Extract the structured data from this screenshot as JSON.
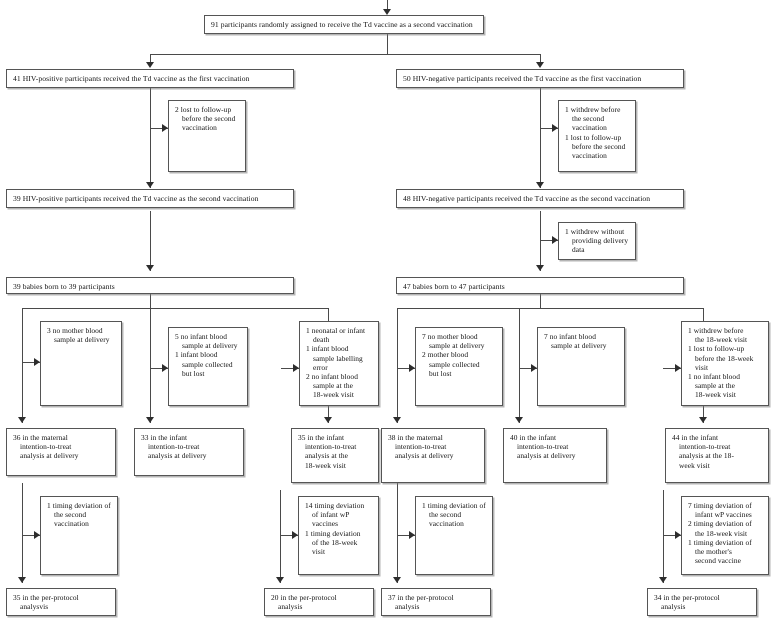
{
  "diagram": {
    "title": "Trial profile: participants randomly assigned to Td vaccine as a second vaccination",
    "type": "consort-flow-diagram"
  },
  "nodes": {
    "randomised": {
      "lines": [
        "91 participants randomly assigned to receive the Td vaccine as a second vaccination"
      ]
    },
    "hiv_pos_first": {
      "lines": [
        "41 HIV-positive participants received the Td vaccine as the first vaccination"
      ]
    },
    "hiv_neg_first": {
      "lines": [
        "50 HIV-negative participants received the Td vaccine as the first vaccination"
      ]
    },
    "hiv_pos_loss1": {
      "lines": [
        "2 lost to follow-up",
        "before the second",
        "vaccination"
      ]
    },
    "hiv_neg_loss1": {
      "lines": [
        "1 withdrew before",
        "the second",
        "vaccination",
        "1 lost to follow-up",
        "before the second",
        "vaccination"
      ]
    },
    "hiv_pos_second": {
      "lines": [
        "39 HIV-positive participants received the Td vaccine as the second vaccination"
      ]
    },
    "hiv_neg_second": {
      "lines": [
        "48 HIV-negative participants received the Td vaccine as the second vaccination"
      ]
    },
    "hiv_neg_loss2": {
      "lines": [
        "1 withdrew without",
        "providing delivery",
        "data"
      ]
    },
    "hiv_pos_babies": {
      "lines": [
        "39 babies born to 39 participants"
      ]
    },
    "hiv_neg_babies": {
      "lines": [
        "47 babies born to 47 participants"
      ]
    },
    "pos_loss_mother": {
      "lines": [
        "3 no mother blood",
        "sample at delivery"
      ]
    },
    "pos_loss_infant": {
      "lines": [
        "5 no infant blood",
        "sample at delivery",
        "1 infant blood",
        "sample collected",
        "but lost"
      ]
    },
    "pos_loss_18wk": {
      "lines": [
        "1 neonatal or infant",
        "death",
        "1 infant blood",
        "sample labelling",
        "error",
        "2 no infant blood",
        "sample at the",
        "18-week visit"
      ]
    },
    "neg_loss_mother": {
      "lines": [
        "7 no mother blood",
        "sample at delivery",
        "2 mother blood",
        "sample collected",
        "but lost"
      ]
    },
    "neg_loss_infant": {
      "lines": [
        "7 no infant blood",
        "sample at delivery"
      ]
    },
    "neg_loss_18wk": {
      "lines": [
        "1 withdrew before",
        "the 18-week visit",
        "1 lost to follow-up",
        "before the 18-week",
        "visit",
        "1 no infant blood",
        "sample at the",
        "18-week visit"
      ]
    },
    "pos_itt_maternal": {
      "lines": [
        "36 in the maternal",
        "intention-to-treat",
        "analysis at delivery"
      ]
    },
    "pos_itt_infant_delivery": {
      "lines": [
        "33 in the infant",
        "intention-to-treat",
        "analysis at delivery"
      ]
    },
    "pos_itt_infant_18wk": {
      "lines": [
        "35 in the infant",
        "intention-to-treat",
        "analysis at the",
        "18-week visit"
      ]
    },
    "neg_itt_maternal": {
      "lines": [
        "38 in the maternal",
        "intention-to-treat",
        "analysis at delivery"
      ]
    },
    "neg_itt_infant_delivery": {
      "lines": [
        "40 in the infant",
        "intention-to-treat",
        "analysis at delivery"
      ]
    },
    "neg_itt_infant_18wk": {
      "lines": [
        "44 in the infant",
        "intention-to-treat",
        "analysis at the 18-",
        "week visit"
      ]
    },
    "pos_dev_maternal": {
      "lines": [
        "1 timing deviation of",
        "the second",
        "vaccination"
      ]
    },
    "pos_dev_18wk": {
      "lines": [
        "14 timing deviation",
        "of infant wP",
        "vaccines",
        "1 timing deviation",
        "of the 18-week",
        "visit"
      ]
    },
    "neg_dev_maternal": {
      "lines": [
        "1 timing deviation of",
        "the second",
        "vaccination"
      ]
    },
    "neg_dev_18wk": {
      "lines": [
        "7 timing deviation of",
        "infant wP vaccines",
        "2 timing deviation of",
        "the 18-week visit",
        "1 timing deviation of",
        "the mother's",
        "second vaccine"
      ]
    },
    "pos_pp_maternal": {
      "lines": [
        "35 in the per-protocol",
        "analysvis"
      ]
    },
    "pos_pp_18wk": {
      "lines": [
        "20 in the per-protocol",
        "analysis"
      ]
    },
    "neg_pp_maternal": {
      "lines": [
        "37 in the per-protocol",
        "analysis"
      ]
    },
    "neg_pp_18wk": {
      "lines": [
        "34 in the per-protocol",
        "analysis"
      ]
    }
  },
  "colors": {
    "box_border": "#555555",
    "line": "#4a4a4a",
    "arrow": "#2d2d2d",
    "text": "#111111",
    "background": "#ffffff"
  }
}
